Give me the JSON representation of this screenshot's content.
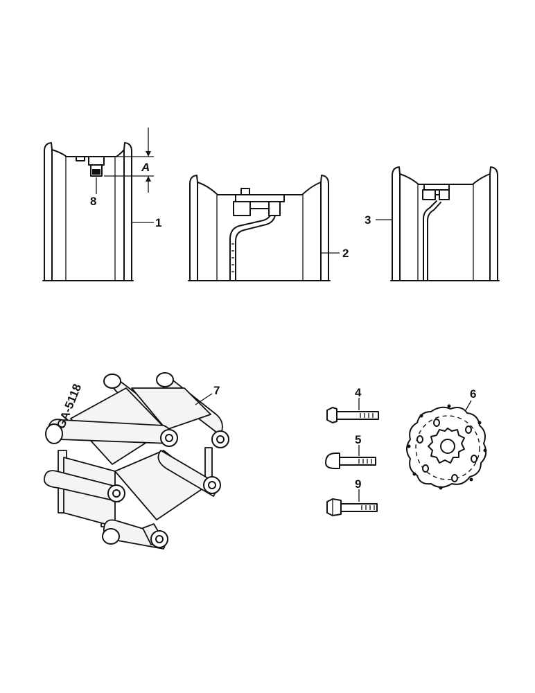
{
  "callouts": {
    "rim_1": "1",
    "rim_2": "2",
    "rim_3": "3",
    "bolt_4": "4",
    "bolt_5": "5",
    "disc_6": "6",
    "spacer_7": "7",
    "valve_8": "8",
    "bolt_9": "9",
    "dimension_a": "A"
  },
  "drawing_code": "GA-5118"
}
